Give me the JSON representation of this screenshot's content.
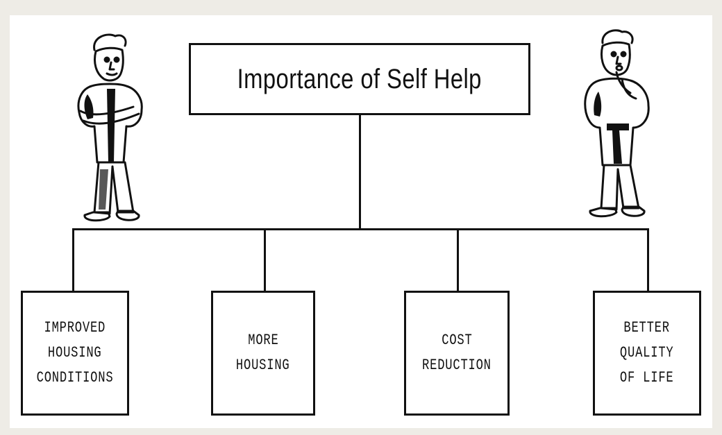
{
  "diagram": {
    "title": "Importance of Self Help",
    "benefits": [
      {
        "line1": "IMPROVED",
        "line2": "HOUSING",
        "line3": "CONDITIONS"
      },
      {
        "line1": "MORE",
        "line2": "HOUSING"
      },
      {
        "line1": "COST",
        "line2": "REDUCTION"
      },
      {
        "line1": "BETTER",
        "line2": "QUALITY",
        "line3": "OF LIFE"
      }
    ],
    "illustrations": [
      "man-with-folded-arms-icon",
      "man-holding-chin-icon"
    ]
  }
}
